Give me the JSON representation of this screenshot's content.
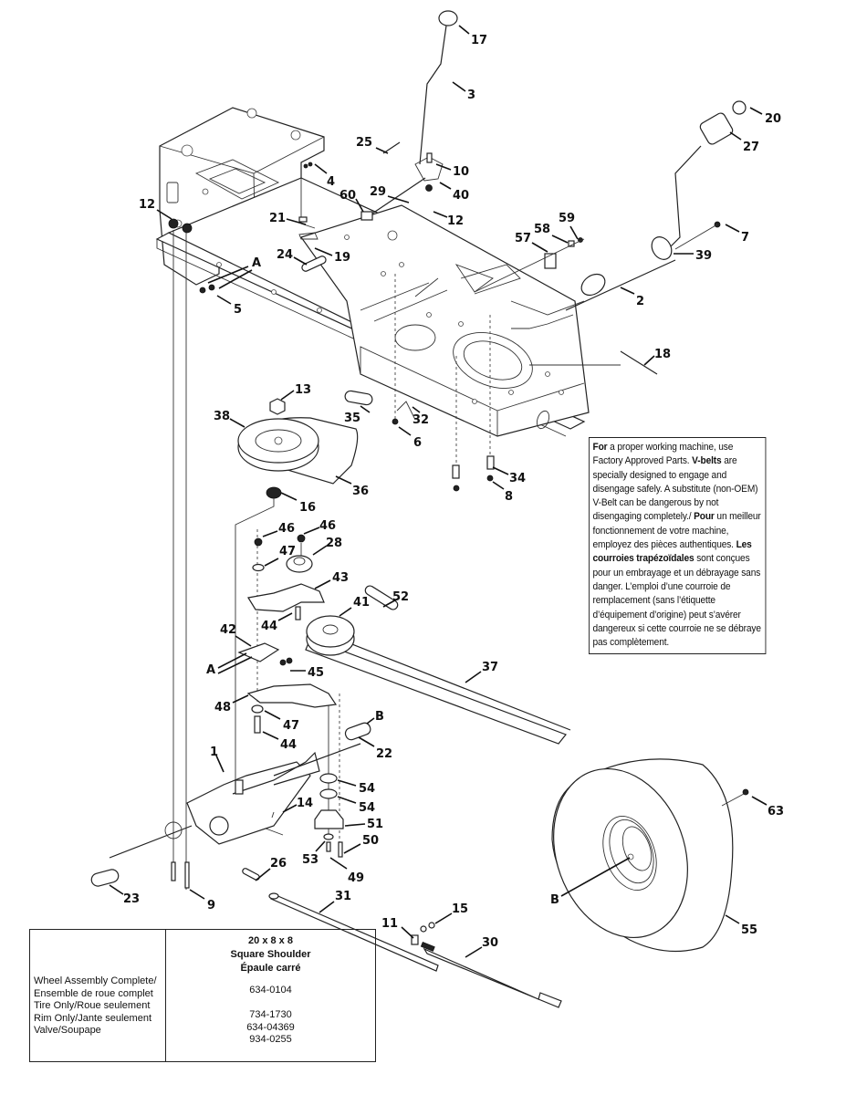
{
  "diagram": {
    "title": "Tractor frame, drive and shift assembly exploded parts diagram",
    "callouts": [
      {
        "id": "c17",
        "label": "17"
      },
      {
        "id": "c3",
        "label": "3"
      },
      {
        "id": "c20",
        "label": "20"
      },
      {
        "id": "c27",
        "label": "27"
      },
      {
        "id": "c25",
        "label": "25"
      },
      {
        "id": "c4",
        "label": "4"
      },
      {
        "id": "c10",
        "label": "10"
      },
      {
        "id": "c40",
        "label": "40"
      },
      {
        "id": "c12a",
        "label": "12"
      },
      {
        "id": "c12b",
        "label": "12"
      },
      {
        "id": "c29",
        "label": "29"
      },
      {
        "id": "c60",
        "label": "60"
      },
      {
        "id": "c21",
        "label": "21"
      },
      {
        "id": "c19",
        "label": "19"
      },
      {
        "id": "c24",
        "label": "24"
      },
      {
        "id": "cA1",
        "label": "A"
      },
      {
        "id": "c5",
        "label": "5"
      },
      {
        "id": "c59",
        "label": "59"
      },
      {
        "id": "c58",
        "label": "58"
      },
      {
        "id": "c57",
        "label": "57"
      },
      {
        "id": "c7",
        "label": "7"
      },
      {
        "id": "c39",
        "label": "39"
      },
      {
        "id": "c2",
        "label": "2"
      },
      {
        "id": "c18",
        "label": "18"
      },
      {
        "id": "c13",
        "label": "13"
      },
      {
        "id": "c38",
        "label": "38"
      },
      {
        "id": "c35",
        "label": "35"
      },
      {
        "id": "c32",
        "label": "32"
      },
      {
        "id": "c6",
        "label": "6"
      },
      {
        "id": "c36",
        "label": "36"
      },
      {
        "id": "c16",
        "label": "16"
      },
      {
        "id": "c34",
        "label": "34"
      },
      {
        "id": "c8",
        "label": "8"
      },
      {
        "id": "c46a",
        "label": "46"
      },
      {
        "id": "c46b",
        "label": "46"
      },
      {
        "id": "c47a",
        "label": "47"
      },
      {
        "id": "c28",
        "label": "28"
      },
      {
        "id": "c43",
        "label": "43"
      },
      {
        "id": "c52",
        "label": "52"
      },
      {
        "id": "c41",
        "label": "41"
      },
      {
        "id": "c44a",
        "label": "44"
      },
      {
        "id": "c42",
        "label": "42"
      },
      {
        "id": "cA2",
        "label": "A"
      },
      {
        "id": "c45",
        "label": "45"
      },
      {
        "id": "c37",
        "label": "37"
      },
      {
        "id": "c48",
        "label": "48"
      },
      {
        "id": "c47b",
        "label": "47"
      },
      {
        "id": "c44b",
        "label": "44"
      },
      {
        "id": "cB1",
        "label": "B"
      },
      {
        "id": "c22",
        "label": "22"
      },
      {
        "id": "c1",
        "label": "1"
      },
      {
        "id": "c54a",
        "label": "54"
      },
      {
        "id": "c54b",
        "label": "54"
      },
      {
        "id": "c14",
        "label": "14"
      },
      {
        "id": "c51",
        "label": "51"
      },
      {
        "id": "c50",
        "label": "50"
      },
      {
        "id": "c53",
        "label": "53"
      },
      {
        "id": "c49",
        "label": "49"
      },
      {
        "id": "c26",
        "label": "26"
      },
      {
        "id": "c23",
        "label": "23"
      },
      {
        "id": "c9",
        "label": "9"
      },
      {
        "id": "c31",
        "label": "31"
      },
      {
        "id": "c15",
        "label": "15"
      },
      {
        "id": "c11",
        "label": "11"
      },
      {
        "id": "c30",
        "label": "30"
      },
      {
        "id": "c63",
        "label": "63"
      },
      {
        "id": "cB2",
        "label": "B"
      },
      {
        "id": "c55",
        "label": "55"
      }
    ]
  },
  "note": {
    "en_bold_1": "For",
    "en_1": " a proper working machine, use Factory Approved Parts. ",
    "en_bold_2": "V-belts",
    "en_2": " are specially designed to engage and disengage safely. A substitute (non-OEM) V-Belt can be dangerous by not disengaging completely./ ",
    "fr_bold_1": "Pour",
    "fr_1": " un meilleur fonctionnement de votre machine, employez des pièces authentiques. ",
    "fr_bold_2": "Les courroies trapézoïdales",
    "fr_2": " sont conçues pour un embrayage et un débrayage sans danger. L’emploi d’une courroie de remplacement (sans l’étiquette d’équipement d’origine) peut s’avérer dangereux si cette courroie ne se débraye pas complètement."
  },
  "wheel_table": {
    "header": [
      "20 x 8 x 8",
      "Square Shoulder",
      "Épaule carré"
    ],
    "rows": [
      {
        "desc": [
          "Wheel Assembly Complete/",
          "Ensemble de roue complet"
        ],
        "value": "634-0104"
      },
      {
        "desc": [
          "Tire Only/Roue seulement"
        ],
        "value": "734-1730"
      },
      {
        "desc": [
          "Rim Only/Jante seulement"
        ],
        "value": "634-04369"
      },
      {
        "desc": [
          "Valve/Soupape"
        ],
        "value": "934-0255"
      }
    ]
  }
}
